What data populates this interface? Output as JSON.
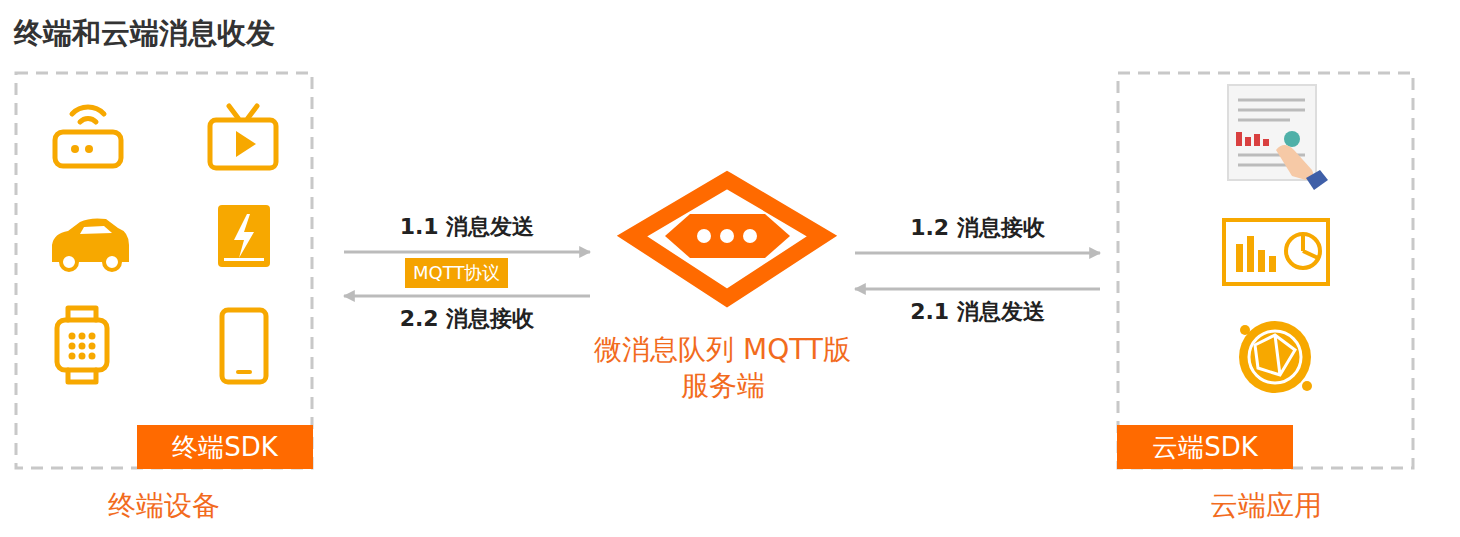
{
  "diagram": {
    "title": "终端和云端消息收发",
    "nodes": [
      {
        "text": [
          "终端设备"
        ]
      },
      {
        "text": [
          "终端SDK"
        ],
        "in": 0
      },
      {
        "text": [
          "微消息队列 MQTT版服务端"
        ]
      },
      {
        "text": [
          "云端应用"
        ]
      },
      {
        "text": [
          "云端SDK"
        ],
        "in": 3
      }
    ],
    "edges": [
      {
        "from": 0,
        "to": 2,
        "arrow": "to",
        "label": "1.1 消息发送"
      },
      {
        "from": 2,
        "to": 0,
        "arrow": "to",
        "label": "2.2 消息接收"
      },
      {
        "from": 2,
        "to": 3,
        "arrow": "to",
        "label": "1.2 消息接收"
      },
      {
        "from": 3,
        "to": 2,
        "arrow": "to",
        "label": "2.1 消息发送"
      }
    ],
    "labels": [
      "MQTT协议"
    ]
  }
}
